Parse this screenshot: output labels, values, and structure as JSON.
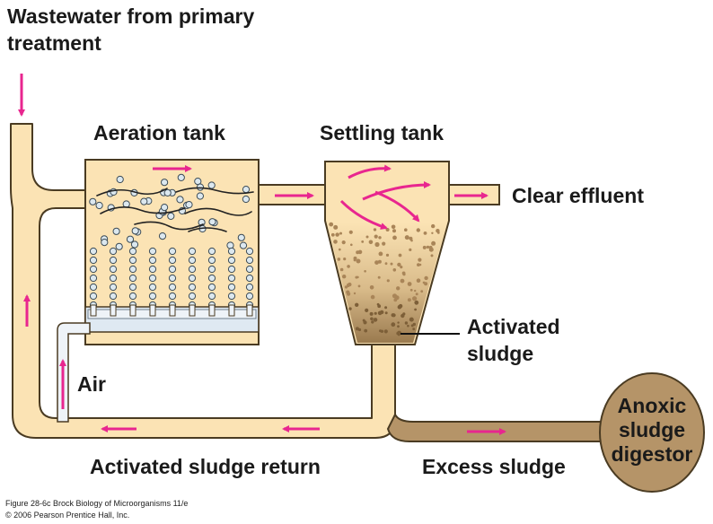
{
  "labels": {
    "input_line1": "Wastewater from primary",
    "input_line2": "treatment",
    "aeration_tank": "Aeration tank",
    "settling_tank": "Settling tank",
    "clear_effluent": "Clear effluent",
    "activated_sludge_line1": "Activated",
    "activated_sludge_line2": "sludge",
    "air": "Air",
    "sludge_return": "Activated sludge return",
    "excess_sludge": "Excess sludge",
    "digestor_line1": "Anoxic",
    "digestor_line2": "sludge",
    "digestor_line3": "digestor"
  },
  "caption": {
    "line1": "Figure 28-6c  Brock Biology of Microorganisms 11/e",
    "line2": "© 2006 Pearson Prentice Hall, Inc."
  },
  "colors": {
    "pipe_fill": "#fbe3b4",
    "pipe_stroke": "#4a3b22",
    "sludge": "#b59468",
    "sludge_dark": "#9a7a4f",
    "flow_arrow": "#e8268f",
    "air_pipe": "#e8eef4",
    "bubble": "#dce8ef"
  }
}
